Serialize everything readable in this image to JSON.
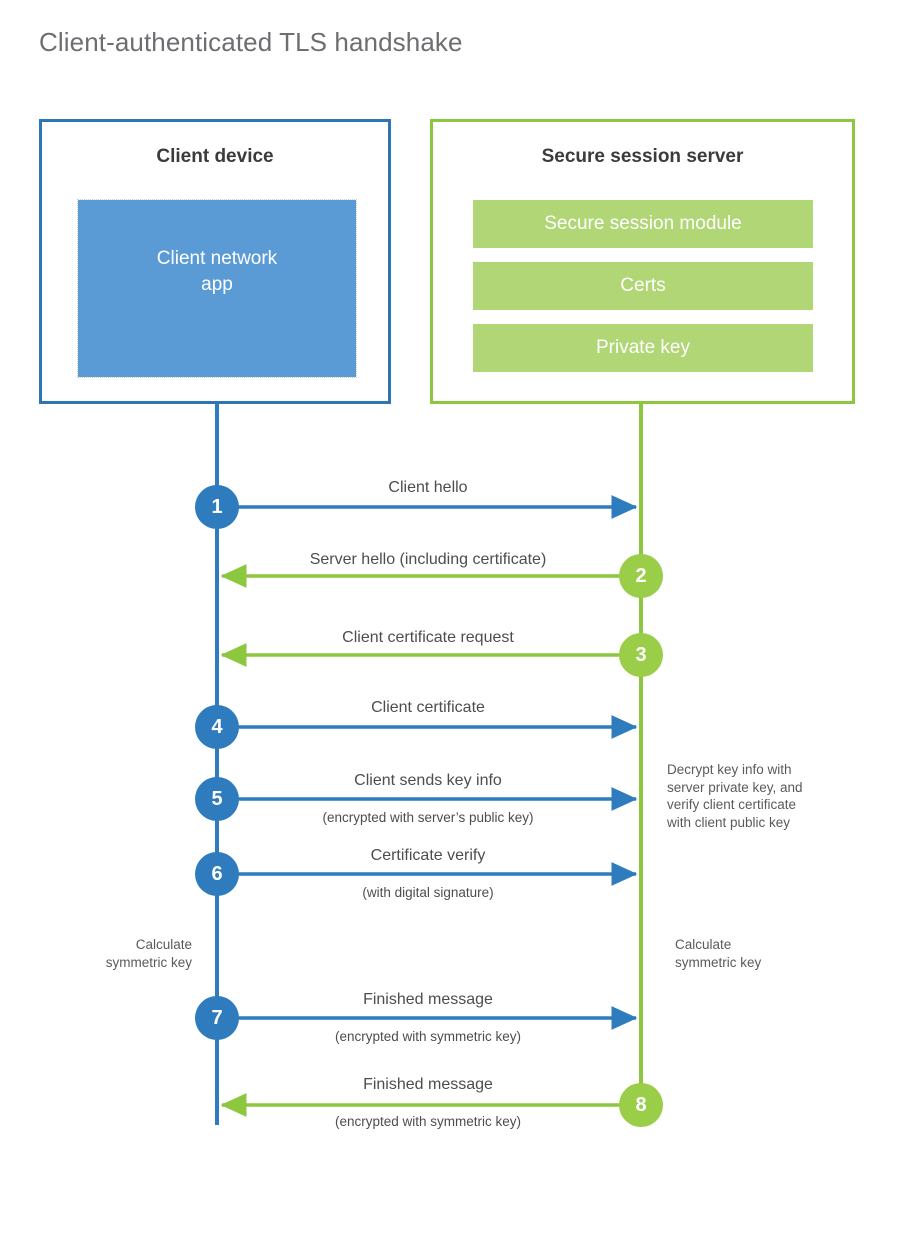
{
  "diagram": {
    "title": "Client-authenticated TLS handshake",
    "colors": {
      "client_blue": "#2e75b6",
      "client_app_fill": "#5b9bd5",
      "client_step_circle": "#2e7cbe",
      "server_green": "#8dc63f",
      "server_bar_fill": "#b0d676",
      "server_step_circle": "#9acd48",
      "title_gray": "#6d6e71",
      "text_gray": "#4d4d4d",
      "background": "#ffffff"
    },
    "actors": {
      "client": {
        "title": "Client device",
        "app_label": "Client network\napp"
      },
      "server": {
        "title": "Secure session server",
        "components": [
          "Secure session module",
          "Certs",
          "Private key"
        ]
      }
    },
    "messages": [
      {
        "step": "1",
        "label": "Client hello",
        "sublabel": "",
        "direction": "client-to-server",
        "origin": "client"
      },
      {
        "step": "2",
        "label": "Server hello (including certificate)",
        "sublabel": "",
        "direction": "server-to-client",
        "origin": "server"
      },
      {
        "step": "3",
        "label": "Client certificate request",
        "sublabel": "",
        "direction": "server-to-client",
        "origin": "server"
      },
      {
        "step": "4",
        "label": "Client certificate",
        "sublabel": "",
        "direction": "client-to-server",
        "origin": "client"
      },
      {
        "step": "5",
        "label": "Client sends key info",
        "sublabel": "(encrypted with server’s public key)",
        "direction": "client-to-server",
        "origin": "client"
      },
      {
        "step": "6",
        "label": "Certificate verify",
        "sublabel": "(with digital signature)",
        "direction": "client-to-server",
        "origin": "client"
      },
      {
        "step": "7",
        "label": "Finished message",
        "sublabel": "(encrypted with symmetric key)",
        "direction": "client-to-server",
        "origin": "client"
      },
      {
        "step": "8",
        "label": "Finished message",
        "sublabel": "(encrypted with symmetric key)",
        "direction": "server-to-client",
        "origin": "server"
      }
    ],
    "notes": {
      "server_decrypt": "Decrypt key info with\nserver private key, and\nverify client certificate\nwith client public key",
      "client_calculate": "Calculate\nsymmetric key",
      "server_calculate": "Calculate\nsymmetric key"
    }
  }
}
